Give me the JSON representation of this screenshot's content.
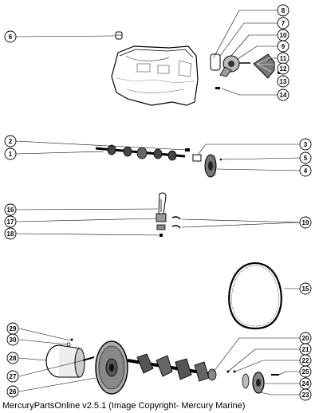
{
  "diagram": {
    "part_numbers": [
      "1",
      "2",
      "3",
      "4",
      "5",
      "6",
      "7",
      "8",
      "9",
      "10",
      "11",
      "12",
      "13",
      "14",
      "15",
      "16",
      "17",
      "18",
      "19",
      "20",
      "21",
      "22",
      "23",
      "24",
      "25",
      "26",
      "27",
      "28",
      "29",
      "30"
    ]
  },
  "footer": {
    "text": "MercuryPartsOnline v2.5.1 (Image Copyright- Mercury Marine)"
  }
}
